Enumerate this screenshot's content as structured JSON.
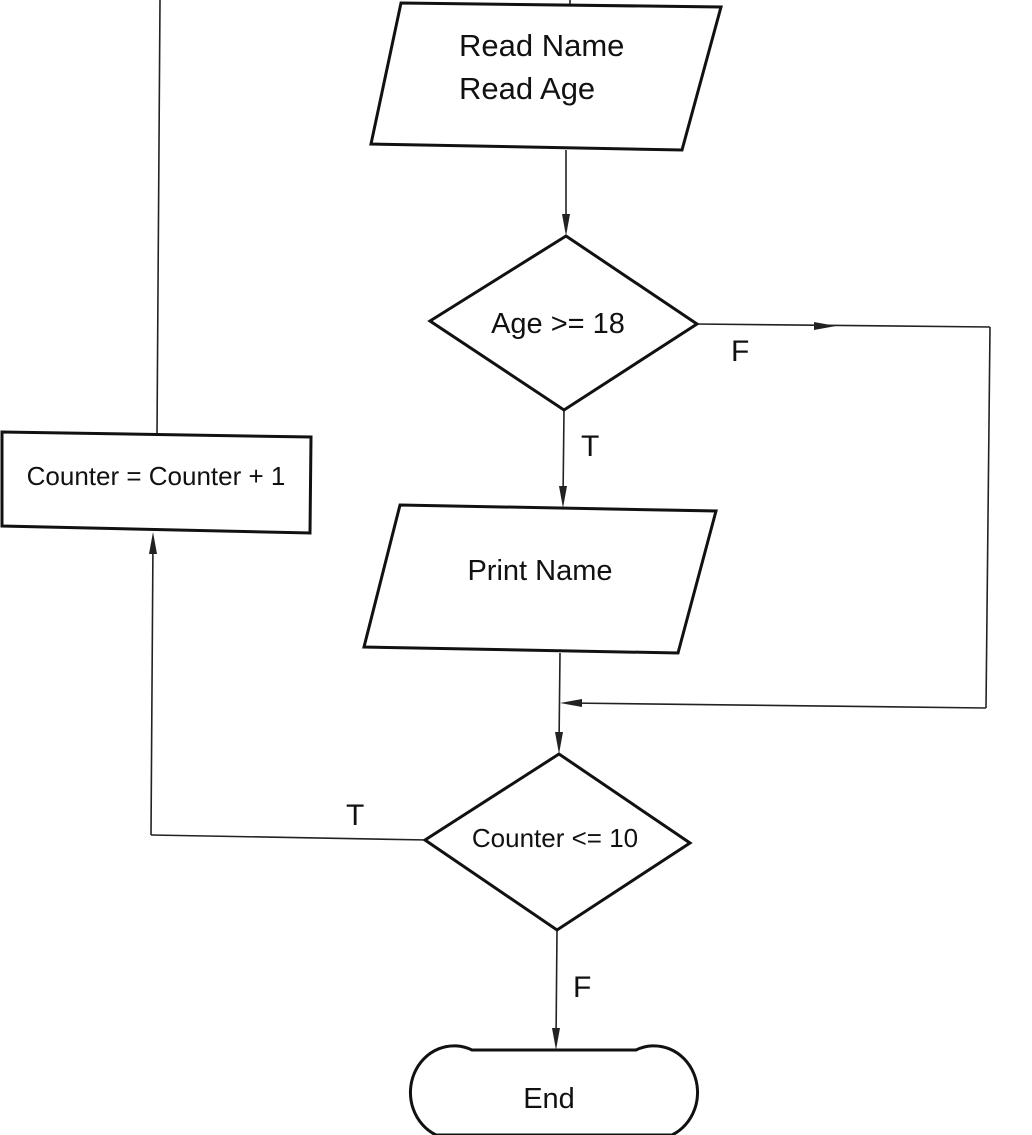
{
  "nodes": {
    "read_input": {
      "line1": "Read Name",
      "line2": "Read Age"
    },
    "age_check": {
      "text": "Age >= 18"
    },
    "print_name": {
      "text": "Print Name"
    },
    "counter_increment": {
      "text": "Counter = Counter + 1"
    },
    "counter_check": {
      "text": "Counter <= 10"
    },
    "end": {
      "text": "End"
    }
  },
  "branch_labels": {
    "age_true": "T",
    "age_false": "F",
    "counter_true": "T",
    "counter_false": "F"
  }
}
